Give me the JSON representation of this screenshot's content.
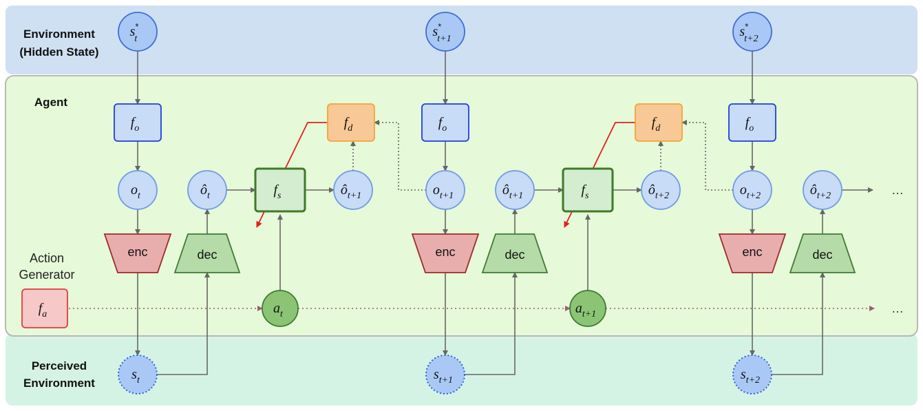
{
  "regions": {
    "environment": {
      "line1": "Environment",
      "line2": "(Hidden State)"
    },
    "agent": {
      "label": "Agent"
    },
    "action_generator": {
      "line1": "Action",
      "line2": "Generator"
    },
    "perceived": {
      "line1": "Perceived",
      "line2": "Environment"
    }
  },
  "steps": [
    {
      "hidden_sub": "t",
      "obs_sub": "t",
      "pred_sub": "t",
      "perceived_sub": "t",
      "action_sub": "t",
      "next_pred_sub": "t+1"
    },
    {
      "hidden_sub": "t+1",
      "obs_sub": "t+1",
      "pred_sub": "t+1",
      "perceived_sub": "t+1",
      "action_sub": "t+1",
      "next_pred_sub": "t+2"
    },
    {
      "hidden_sub": "t+2",
      "obs_sub": "t+2",
      "pred_sub": "t+2",
      "perceived_sub": "t+2"
    }
  ],
  "symbols": {
    "hidden_state": "s",
    "hidden_star": "*",
    "observation": "o",
    "prediction": "ô",
    "perceived_state": "s",
    "action": "a",
    "function": "f",
    "observer_sub": "o",
    "dynamics_sub": "d",
    "state_model_sub": "s",
    "action_gen_sub": "a"
  },
  "labels": {
    "encoder": "enc",
    "decoder": "dec",
    "ellipsis": "…"
  },
  "colors": {
    "environment_band": "#cfe0f3",
    "agent_band": "#e6f9d8",
    "agent_border": "#b8b8b8",
    "perceived_band": "#d5f3e4",
    "circle_fill": "#c8dbf7",
    "circle_stroke": "#6f9be6",
    "hidden_fill": "#a9c8f5",
    "hidden_stroke": "#3e6ed6",
    "perceived_fill": "#a9c8f5",
    "perceived_stroke": "#2f5fd6",
    "fo_fill": "#c8dbf7",
    "fo_stroke": "#1f3fdc",
    "fd_fill": "#f8c896",
    "fd_stroke": "#f0a53a",
    "fs_fill": "#d4ecd0",
    "fs_stroke": "#3d7a28",
    "fa_fill": "#f6c8c8",
    "fa_stroke": "#e03c3c",
    "enc_fill": "#e8aeae",
    "enc_stroke": "#9c2a2a",
    "dec_fill": "#b5dca8",
    "dec_stroke": "#3f7a33",
    "action_fill": "#8cc476",
    "action_stroke": "#3f7a33",
    "arrow": "#666666",
    "red_arrow": "#e02020",
    "action_dots": "#9b5b7a"
  }
}
